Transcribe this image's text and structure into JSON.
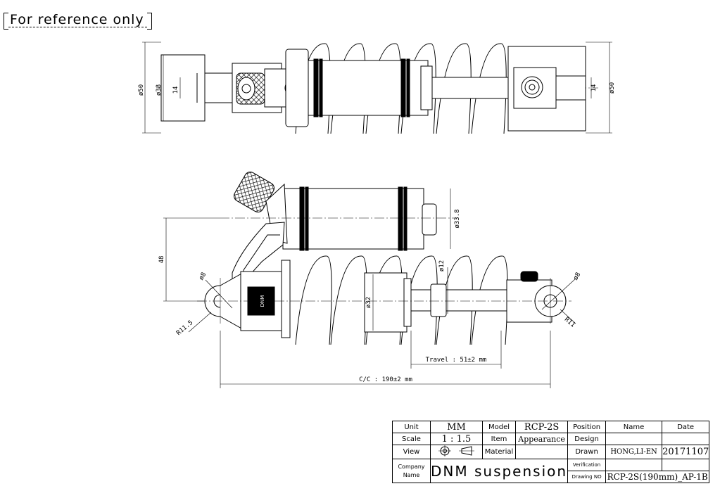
{
  "stamp": "For reference only",
  "top_view": {
    "dims": [
      "ø50",
      "ø38",
      "14",
      "14",
      "ø50"
    ]
  },
  "side_view": {
    "dims": [
      "ø33.8",
      "48",
      "ø12",
      "ø8",
      "ø8",
      "ø32",
      "R11.5",
      "R11"
    ],
    "body_logo": "DNM",
    "travel": "Travel : 51±2 mm",
    "cc": "C/C : 190±2 mm"
  },
  "title_block": {
    "unit_label": "Unit",
    "unit_value": "MM",
    "model_label": "Model",
    "model_value": "RCP-2S",
    "position_label": "Position",
    "name_label": "Name",
    "date_label": "Date",
    "scale_label": "Scale",
    "scale_value": "1 : 1.5",
    "item_label": "Item",
    "item_value": "Appearance",
    "design_label": "Design",
    "view_label": "View",
    "material_label": "Material",
    "drawn_label": "Drawn",
    "drawn_name": "HONG,LI-EN",
    "drawn_date": "20171107",
    "company_label": "Company Name",
    "company_value": "DNM   suspension",
    "verification_label": "Verification",
    "drawing_no_label": "Drawing NO",
    "drawing_no_value": "RCP-2S(190mm)_AP-1B"
  }
}
